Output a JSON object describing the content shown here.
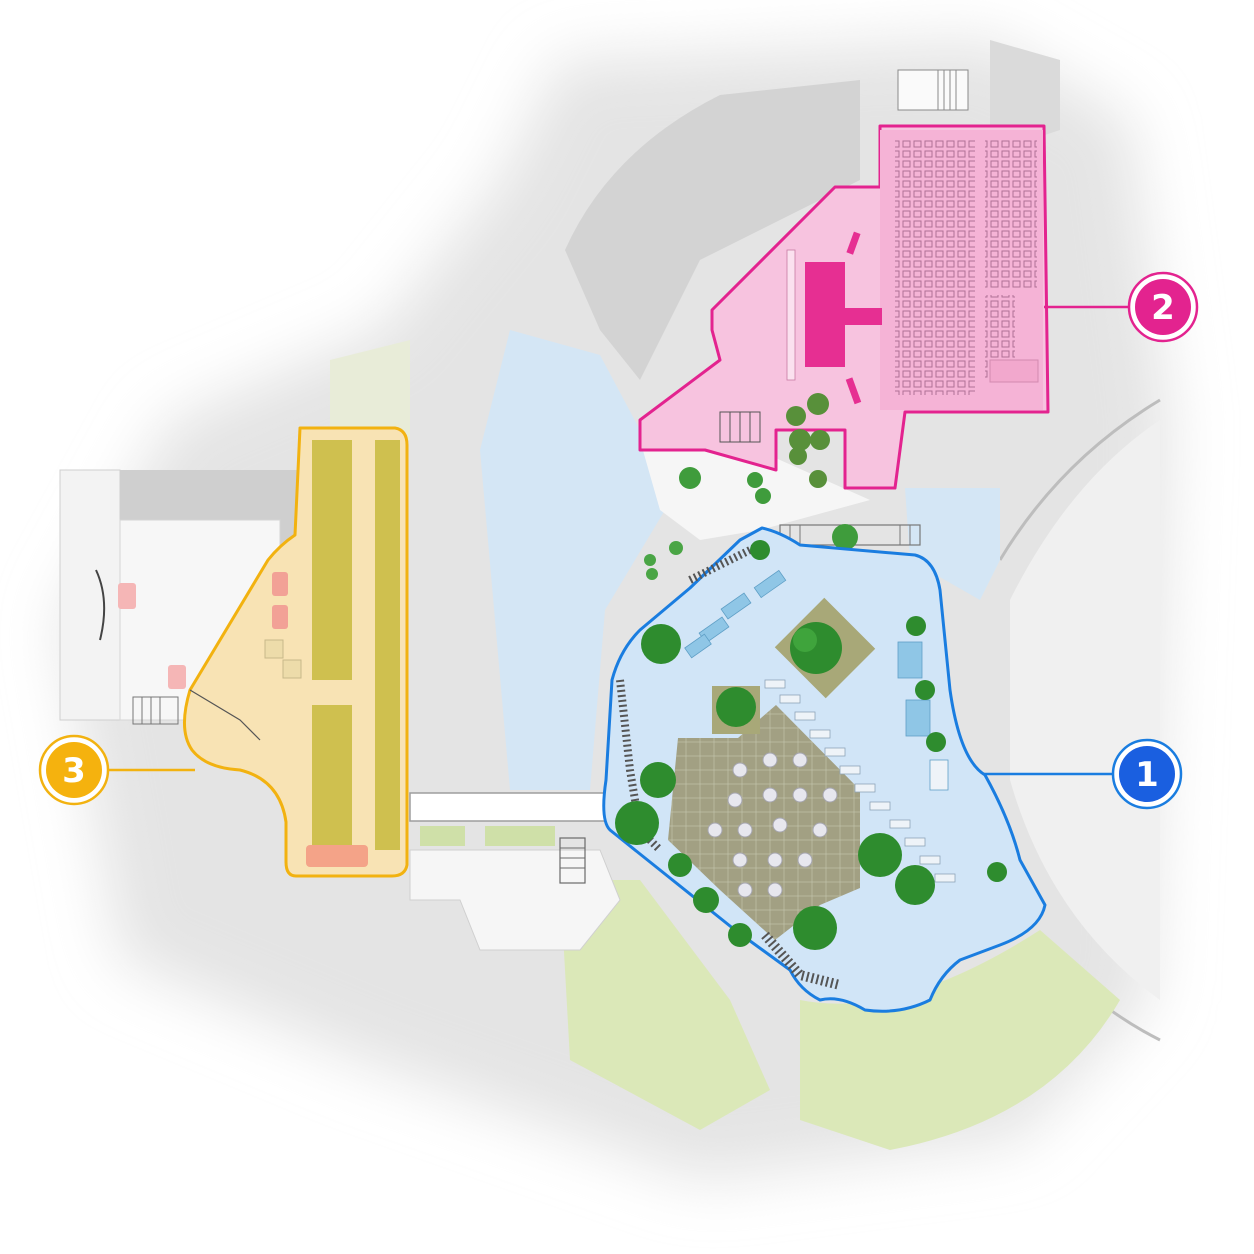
{
  "colors": {
    "zone_1": "#1a7de0",
    "zone_1_fill": "#cfe4f7",
    "zone_2": "#e3238f",
    "zone_2_fill": "#f7bcdc",
    "zone_3": "#f2b210",
    "zone_3_fill": "#f8e1b0",
    "water": "#d6e8f6",
    "grass": "#dbe8b8",
    "building": "#dcdcdc",
    "tree": "#3a9a3a",
    "plaza": "#9a9a78"
  },
  "zones": [
    {
      "id": "zone-1",
      "label": "1",
      "color": "#1a7de0"
    },
    {
      "id": "zone-2",
      "label": "2",
      "color": "#e3238f"
    },
    {
      "id": "zone-3",
      "label": "3",
      "color": "#f2b210"
    }
  ]
}
